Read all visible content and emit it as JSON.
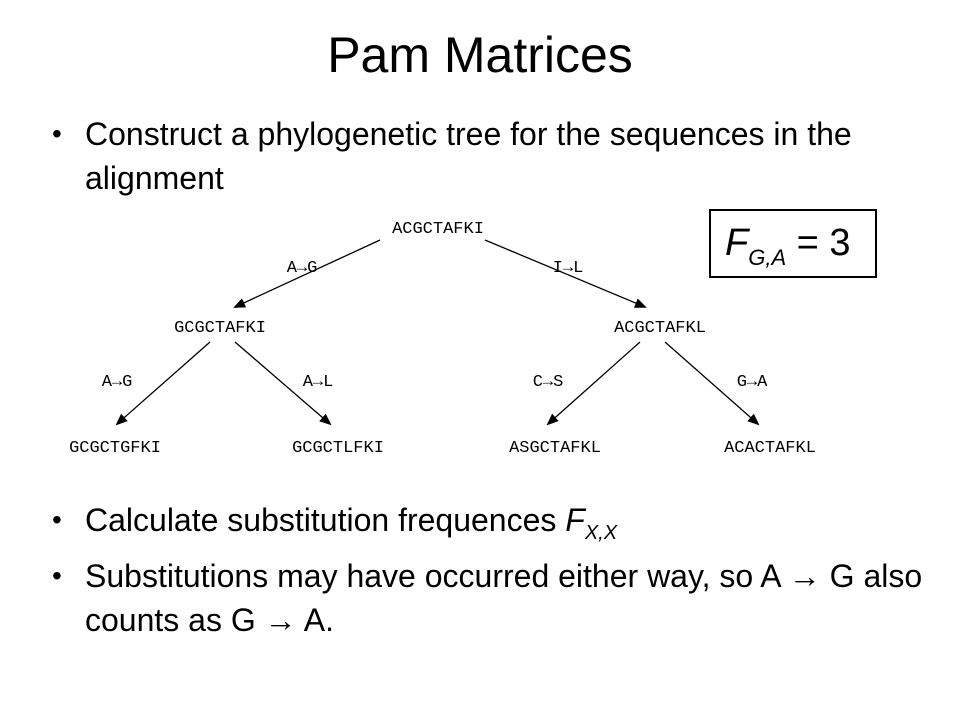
{
  "slide": {
    "title": "Pam Matrices",
    "bullet1": "Construct a phylogenetic tree for the sequences in the alignment",
    "bullet2_prefix": "Calculate substitution frequences ",
    "bullet2_symbol": "F",
    "bullet2_subscript": "X,X",
    "bullet3": "Substitutions may have occurred either way, so A → G also counts as G → A."
  },
  "formula_box": {
    "symbol": "F",
    "subscript": "G,A",
    "rest": " = 3"
  },
  "tree": {
    "root": "ACGCTAFKI",
    "left": "GCGCTAFKI",
    "right": "ACGCTAFKL",
    "leaf1": "GCGCTGFKI",
    "leaf2": "GCGCTLFKI",
    "leaf3": "ASGCTAFKL",
    "leaf4": "ACACTAFKL",
    "edge_root_left": "A→G",
    "edge_root_right": "I→L",
    "edge_left_leaf1": "A→G",
    "edge_left_leaf2": "A→L",
    "edge_right_leaf3": "C→S",
    "edge_right_leaf4": "G→A"
  }
}
